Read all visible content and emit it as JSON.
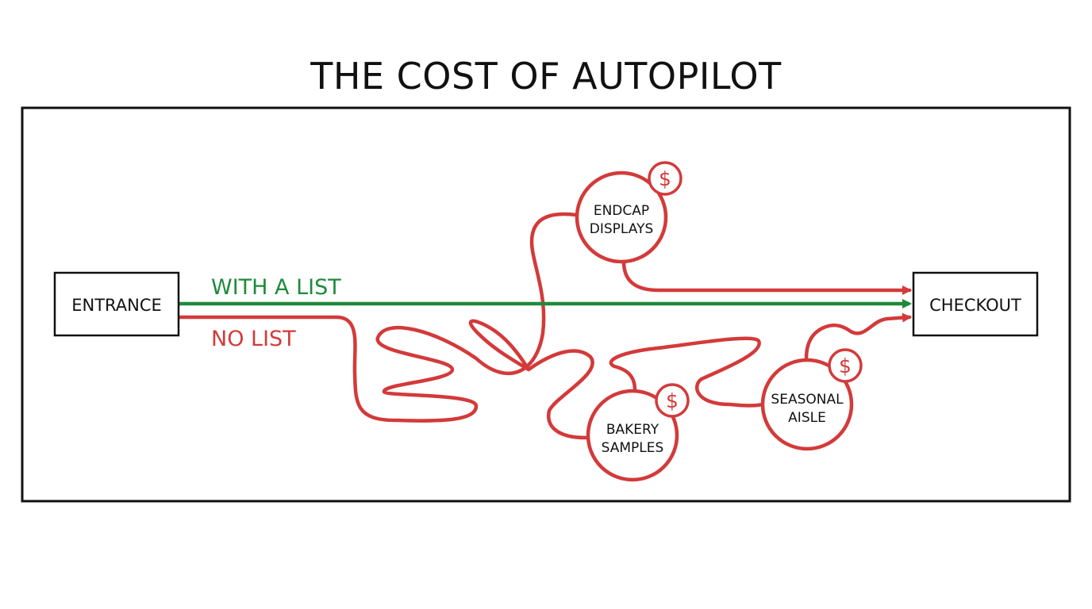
{
  "title": "THE COST OF AUTOPILOT",
  "nodes": {
    "entrance": "ENTRANCE",
    "checkout": "CHECKOUT"
  },
  "paths": {
    "with_list": {
      "label": "WITH A LIST",
      "color": "#1f8a3a"
    },
    "no_list": {
      "label": "NO LIST",
      "color": "#d33a3a"
    }
  },
  "stops": {
    "endcap": {
      "line1": "ENDCAP",
      "line2": "DISPLAYS",
      "badge": "$"
    },
    "bakery": {
      "line1": "BAKERY",
      "line2": "SAMPLES",
      "badge": "$"
    },
    "seasonal": {
      "line1": "SEASONAL",
      "line2": "AISLE",
      "badge": "$"
    }
  }
}
